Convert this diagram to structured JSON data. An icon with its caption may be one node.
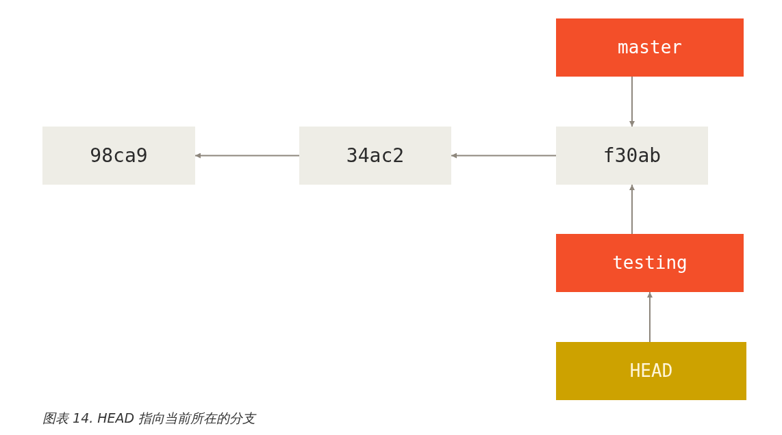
{
  "diagram": {
    "caption": "图表 14. HEAD 指向当前所在的分支",
    "nodes": [
      {
        "text": [
          "98ca9"
        ]
      },
      {
        "text": [
          "34ac2"
        ]
      },
      {
        "text": [
          "f30ab"
        ]
      },
      {
        "text": [
          "master"
        ]
      },
      {
        "text": [
          "testing"
        ]
      },
      {
        "text": [
          "HEAD"
        ]
      }
    ],
    "edges": [
      {
        "from": 1,
        "to": 0,
        "arrow": "to"
      },
      {
        "from": 2,
        "to": 1,
        "arrow": "to"
      },
      {
        "from": 3,
        "to": 2,
        "arrow": "to"
      },
      {
        "from": 4,
        "to": 2,
        "arrow": "to"
      },
      {
        "from": 5,
        "to": 4,
        "arrow": "to"
      }
    ]
  }
}
